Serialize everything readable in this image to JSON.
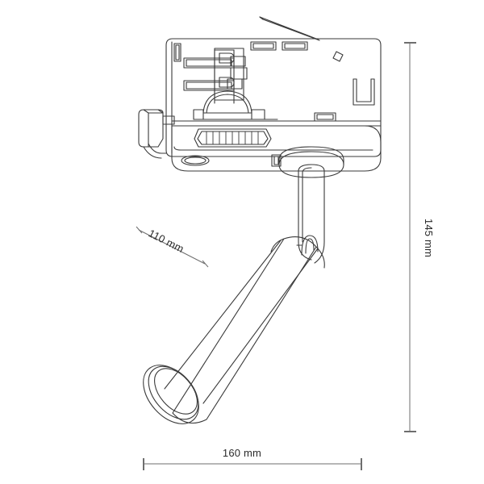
{
  "drawing": {
    "title": "Track Spotlight Technical Drawing",
    "product": "track-mounted adjustable spotlight",
    "view": "side elevation",
    "background_color": "#ffffff",
    "line_color": "#3a3a3a",
    "dimension_line_color": "#6e6e6e",
    "text_color": "#2b2b2b",
    "line_width": 1
  },
  "dimensions": {
    "head_length": {
      "label": "110 mm",
      "value": 110,
      "unit": "mm",
      "orientation": "diagonal",
      "rotation_deg": 27,
      "measures": "spotlight head length"
    },
    "total_height": {
      "label": "145 mm",
      "value": 145,
      "unit": "mm",
      "orientation": "vertical",
      "rotation_deg": 90,
      "measures": "overall height"
    },
    "total_width": {
      "label": "160 mm",
      "value": 160,
      "unit": "mm",
      "orientation": "horizontal",
      "rotation_deg": 0,
      "measures": "overall width"
    }
  },
  "parts": {
    "track_adapter": "track-adapter-body",
    "adapter_lever": "adapter-lever-flap",
    "contact_block": "internal-contact-mechanism",
    "ribbed_grip": "ribbed-grip-panel",
    "side_connector": "side-connector-box",
    "screw_hole": "mounting-screw-hole",
    "stem": "vertical-stem",
    "pivot_joint": "pivot-joint-tab",
    "head_cylinder": "spotlight-head-cylinder",
    "lens_rings": "lens-aperture-rings"
  }
}
